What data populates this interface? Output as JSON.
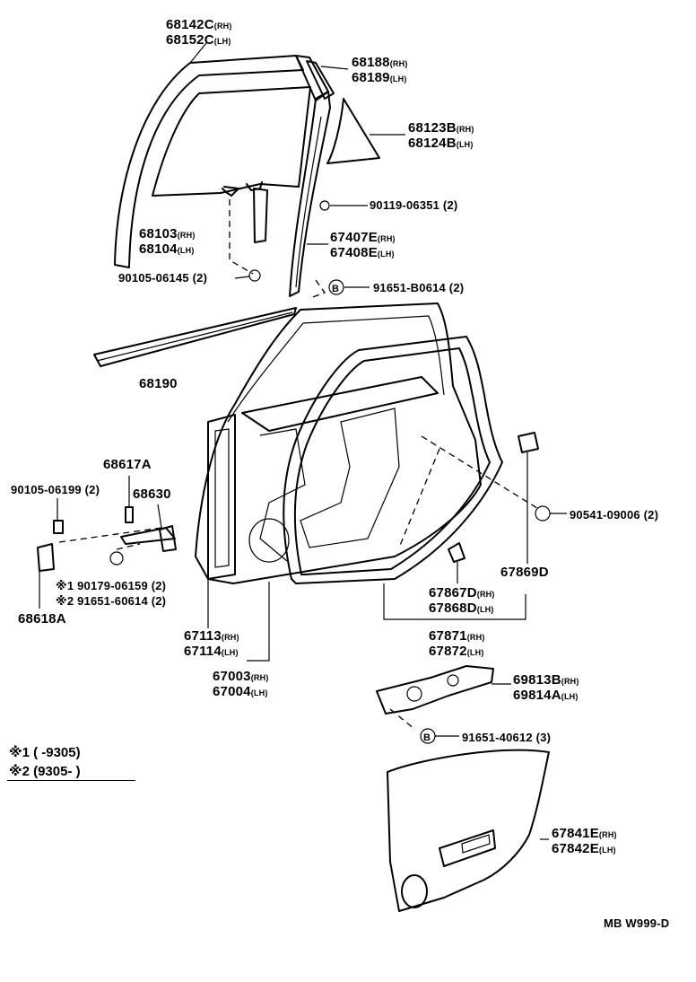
{
  "labels": {
    "p68142": {
      "line1": "68142C",
      "s1": "(RH)",
      "line2": "68152C",
      "s2": "(LH)"
    },
    "p68188": {
      "line1": "68188",
      "s1": "(RH)",
      "line2": "68189",
      "s2": "(LH)"
    },
    "p68123": {
      "line1": "68123B",
      "s1": "(RH)",
      "line2": "68124B",
      "s2": "(LH)"
    },
    "p90119": {
      "text": "90119-06351 (2)"
    },
    "p68103": {
      "line1": "68103",
      "s1": "(RH)",
      "line2": "68104",
      "s2": "(LH)"
    },
    "p67407": {
      "line1": "67407E",
      "s1": "(RH)",
      "line2": "67408E",
      "s2": "(LH)"
    },
    "p90105a": {
      "text": "90105-06145 (2)"
    },
    "p91651a": {
      "text": "91651-B0614 (2)"
    },
    "p68190": {
      "text": "68190"
    },
    "p68617": {
      "text": "68617A"
    },
    "p90105b": {
      "text": "90105-06199 (2)"
    },
    "p68630": {
      "text": "68630"
    },
    "p90541": {
      "text": "90541-09006 (2)"
    },
    "p67869": {
      "text": "67869D"
    },
    "p90179": {
      "text": "※1 90179-06159 (2)"
    },
    "p91651b": {
      "text": "※2 91651-60614 (2)"
    },
    "p68618": {
      "text": "68618A"
    },
    "p67867": {
      "line1": "67867D",
      "s1": "(RH)",
      "line2": "67868D",
      "s2": "(LH)"
    },
    "p67113": {
      "line1": "67113",
      "s1": "(RH)",
      "line2": "67114",
      "s2": "(LH)"
    },
    "p67871": {
      "line1": "67871",
      "s1": "(RH)",
      "line2": "67872",
      "s2": "(LH)"
    },
    "p67003": {
      "line1": "67003",
      "s1": "(RH)",
      "line2": "67004",
      "s2": "(LH)"
    },
    "p69813": {
      "line1": "69813B",
      "s1": "(RH)",
      "line2": "69814A",
      "s2": "(LH)"
    },
    "p91651c": {
      "text": "91651-40612 (3)"
    },
    "p67841": {
      "line1": "67841E",
      "s1": "(RH)",
      "line2": "67842E",
      "s2": "(LH)"
    }
  },
  "notes": {
    "n1": "※1 (      -9305)",
    "n2": "※2 (9305-        )"
  },
  "circle_marker": "B",
  "footer_code": "MB W999-D"
}
